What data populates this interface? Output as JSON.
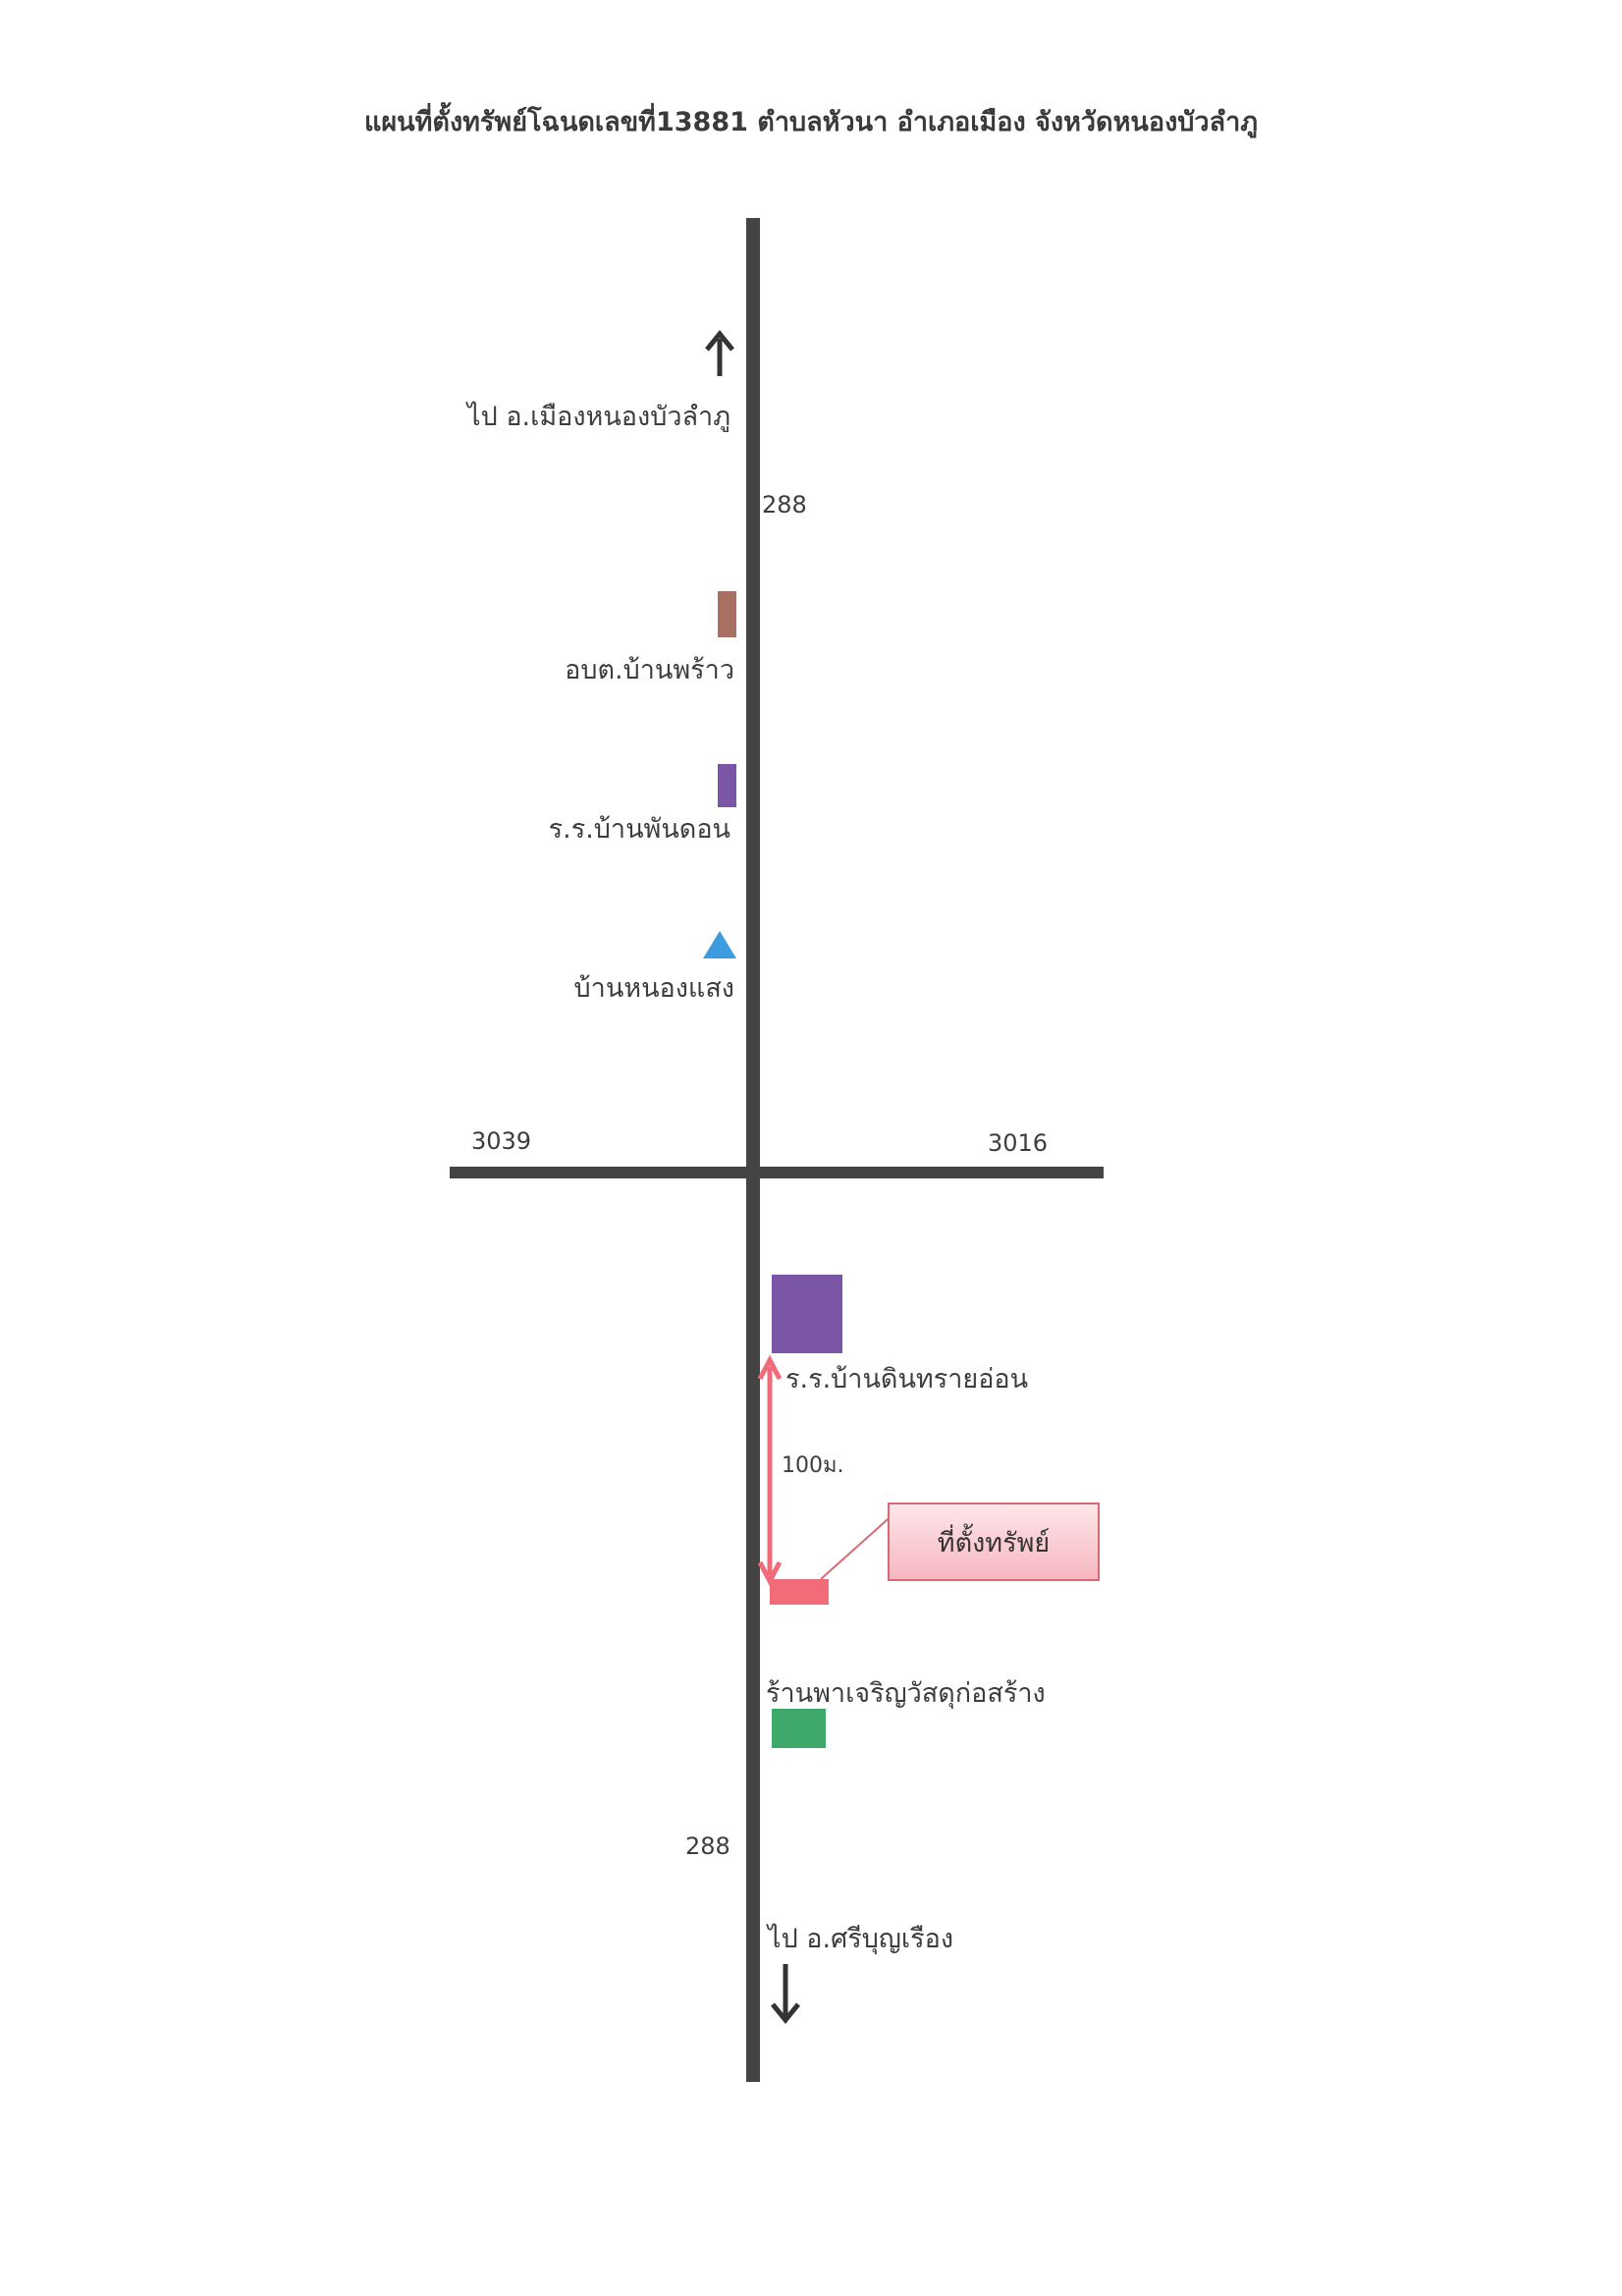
{
  "title": "แผนที่ตั้งทรัพย์โฉนดเลขที่13881 ตำบลหัวนา อำเภอเมือง จังหวัดหนองบัวลำภู",
  "roads": {
    "main_north_number": "288",
    "main_south_number": "288",
    "cross_west_number": "3039",
    "cross_east_number": "3016"
  },
  "directions": {
    "north": "ไป อ.เมืองหนองบัวลำภู",
    "south": "ไป อ.ศรีบุญเรือง"
  },
  "landmarks": {
    "sao_ban_phrao": "อบต.บ้านพร้าว",
    "school_ban_phan_don": "ร.ร.บ้านพันดอน",
    "ban_nong_saeng": "บ้านหนองแสง",
    "school_ban_din_sai_on": "ร.ร.บ้านดินทรายอ่อน",
    "shop": "ร้านพาเจริญวัสดุก่อสร้าง"
  },
  "distance_label": "100ม.",
  "property_label": "ที่ตั้งทรัพย์",
  "colors": {
    "road": "#444444",
    "sao_marker": "#a86f63",
    "school_marker": "#7b55a6",
    "village_marker": "#3d9be0",
    "property_marker": "#f26b78",
    "shop_marker": "#3ea96b",
    "callout_border": "#d86a76"
  },
  "icons": {
    "north_arrow": "arrow-up-icon",
    "south_arrow": "arrow-down-icon",
    "village": "triangle-icon",
    "distance": "double-arrow-icon"
  }
}
